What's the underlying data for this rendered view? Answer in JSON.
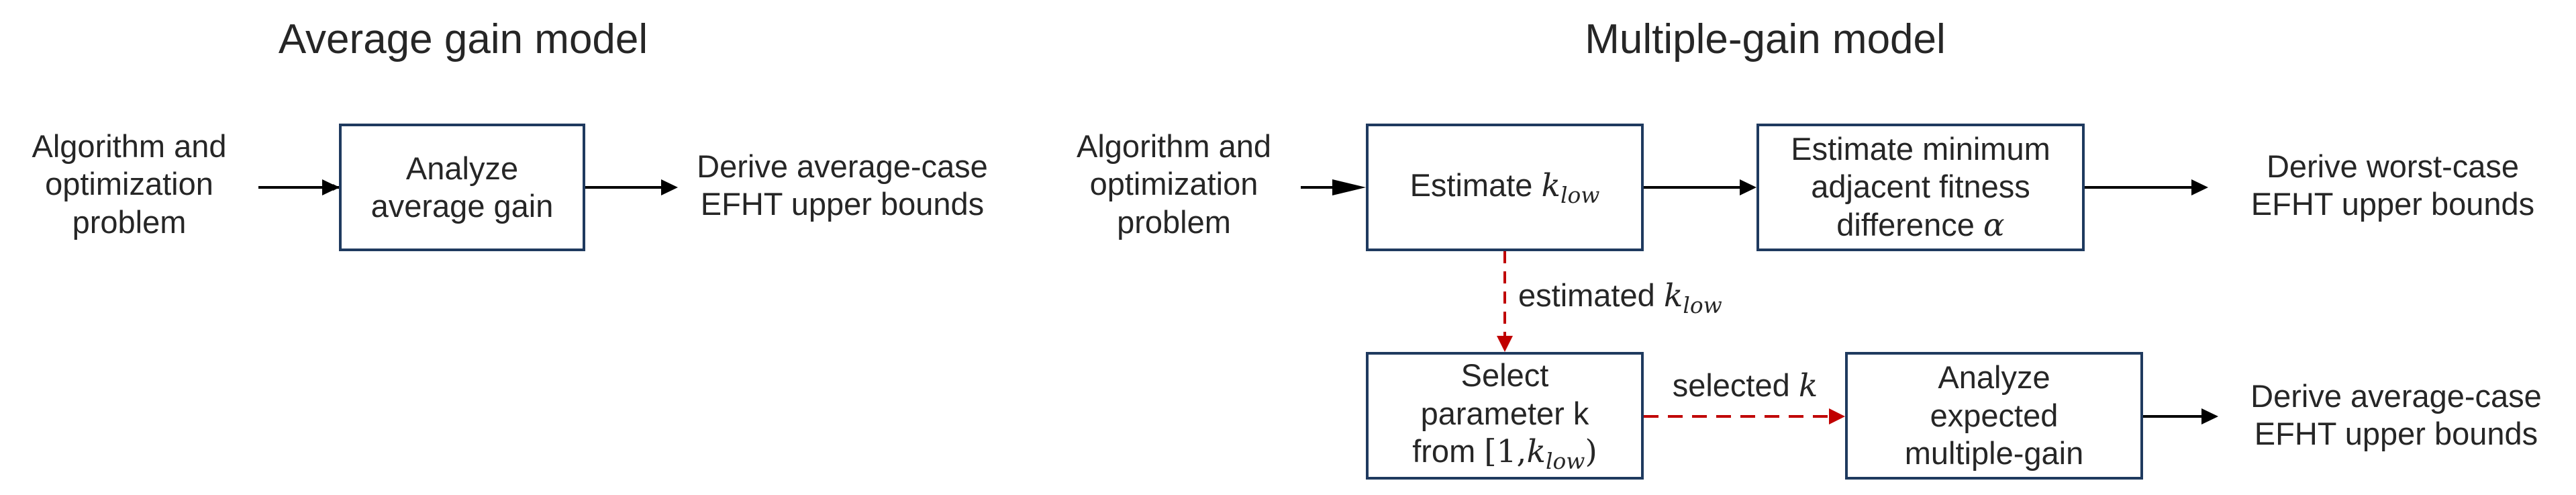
{
  "left": {
    "title": "Average gain model",
    "input_line1": "Algorithm and",
    "input_line2": "optimization",
    "input_line3": "problem",
    "box_line1": "Analyze",
    "box_line2": "average gain",
    "output_line1": "Derive average-case",
    "output_line2": "EFHT upper bounds"
  },
  "right": {
    "title": "Multiple-gain model",
    "input_line1": "Algorithm and",
    "input_line2": "optimization",
    "input_line3": "problem",
    "estimate_k_text": "Estimate",
    "k_symbol": "k",
    "k_sub": "low",
    "alpha_line1": "Estimate minimum",
    "alpha_line2": "adjacent fitness",
    "alpha_line3_text": "difference",
    "alpha_symbol": "α",
    "worst_line1": "Derive worst-case",
    "worst_line2": "EFHT upper bounds",
    "estimated_label": "estimated",
    "select_line1": "Select",
    "select_line2": "parameter k",
    "select_line3_prefix": "from",
    "select_range_open": "[1,",
    "select_range_close": ")",
    "selected_label": "selected",
    "selected_k": "k",
    "analyze_line1": "Analyze",
    "analyze_line2": "expected",
    "analyze_line3": "multiple-gain",
    "avg_line1": "Derive average-case",
    "avg_line2": "EFHT upper bounds"
  },
  "colors": {
    "box_border": "#1f3a5f",
    "arrow": "#000000",
    "dashed_arrow": "#c00000"
  }
}
